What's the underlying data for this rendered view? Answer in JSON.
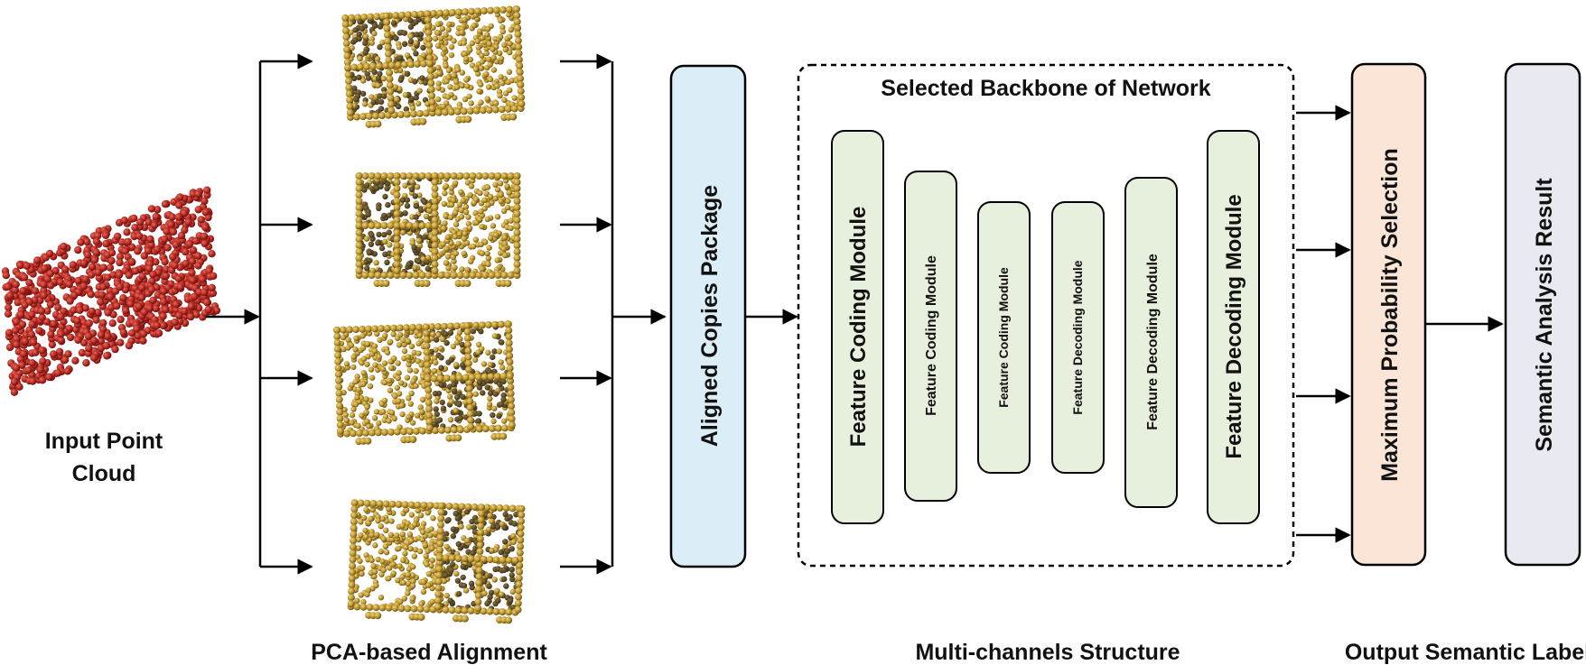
{
  "labels": {
    "input_line1": "Input Point",
    "input_line2": "Cloud",
    "pca_caption": "PCA-based Alignment",
    "multi_caption": "Multi-channels Structure",
    "output_caption": "Output Semantic Label",
    "aligned_copies": "Aligned Copies Package",
    "backbone_title": "Selected Backbone of Network",
    "max_prob": "Maximum Probability Selection",
    "semantic_result": "Semantic Analysis Result"
  },
  "modules": [
    {
      "label": "Feature Coding Module"
    },
    {
      "label": "Feature Coding Module"
    },
    {
      "label": "Feature Coding Module"
    },
    {
      "label": "Feature Decoding Module"
    },
    {
      "label": "Feature Decoding Module"
    },
    {
      "label": "Feature Decoding Module"
    }
  ],
  "colors": {
    "input_cloud": "#b02222",
    "aligned_cloud": "#b8952e",
    "aligned_copies_fill": "#dbedf6",
    "module_fill": "#e7f0dc",
    "max_prob_fill": "#fbe5d6",
    "result_fill": "#e9e9f2",
    "stroke": "#000000"
  }
}
